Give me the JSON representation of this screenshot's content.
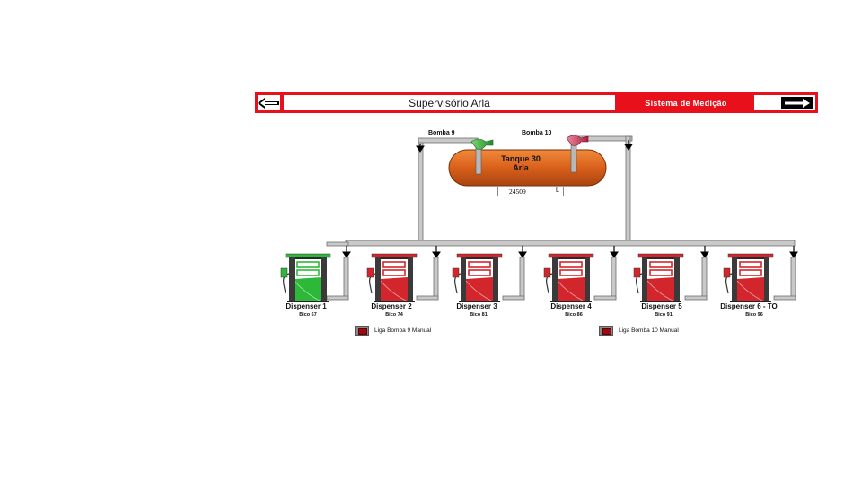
{
  "header": {
    "title": "Supervisório Arla",
    "system_label": "Sistema de Medição",
    "back_icon": "arrow-left-icon",
    "forward_icon": "arrow-right-icon"
  },
  "pumps": [
    {
      "label": "Bomba 9",
      "color": "#2db83a"
    },
    {
      "label": "Bomba 10",
      "color": "#d8405a"
    }
  ],
  "tank": {
    "line1": "Tanque 30",
    "line2": "Arla",
    "level_value": "24509",
    "level_unit": "L",
    "color": "#e0631c"
  },
  "dispensers": [
    {
      "name": "Dispenser 1",
      "bico": "Bico 67",
      "status_color": "#2db83a"
    },
    {
      "name": "Dispenser 2",
      "bico": "Bico 74",
      "status_color": "#d3262c"
    },
    {
      "name": "Dispenser 3",
      "bico": "Bico 81",
      "status_color": "#d3262c"
    },
    {
      "name": "Dispenser 4",
      "bico": "Bico 86",
      "status_color": "#d3262c"
    },
    {
      "name": "Dispenser 5",
      "bico": "Bico 91",
      "status_color": "#d3262c"
    },
    {
      "name": "Dispenser 6 - TO",
      "bico": "Bico 96",
      "status_color": "#d3262c"
    }
  ],
  "manual_toggles": [
    {
      "label": "Liga Bomba 9 Manual"
    },
    {
      "label": "Liga Bomba 10 Manual"
    }
  ],
  "colors": {
    "accent": "#e8101a",
    "pipe": "#c9c9c9",
    "pipe_border": "#6e6e6e"
  }
}
